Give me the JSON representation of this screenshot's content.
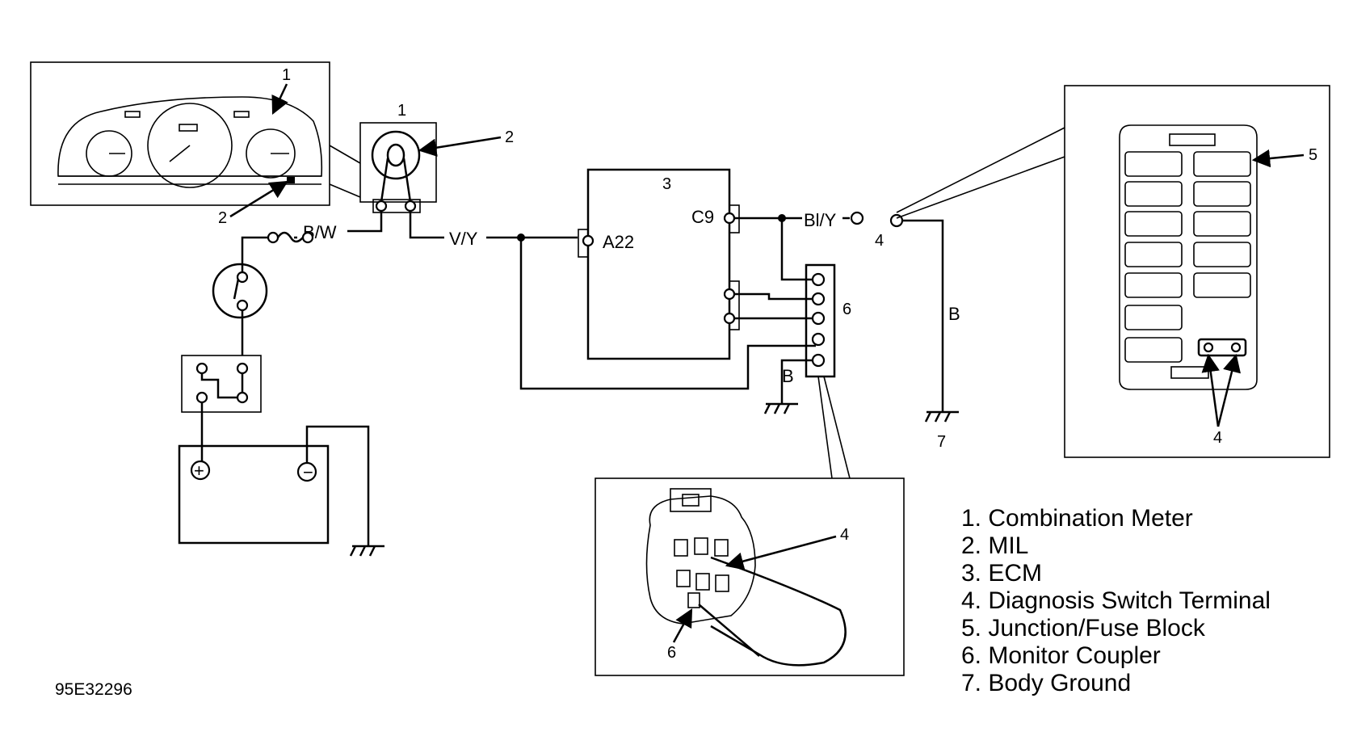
{
  "diagram": {
    "code": "95E32296",
    "wire_labels": {
      "bw": "B/W",
      "vy": "V/Y",
      "bly": "Bl/Y",
      "b_right": "B",
      "b_coupler": "B"
    },
    "terminal_labels": {
      "a22": "A22",
      "c9": "C9"
    },
    "callouts": {
      "meter_1": "1",
      "meter_2": "2",
      "mil_1": "1",
      "mil_2": "2",
      "ecm_3": "3",
      "switch_4": "4",
      "coupler_6": "6",
      "ground_7": "7",
      "fuse_5": "5",
      "fuse_4": "4",
      "coupler_detail_4": "4",
      "coupler_detail_6": "6"
    },
    "legend": [
      "1. Combination Meter",
      "2. MIL",
      "3. ECM",
      "4. Diagnosis Switch Terminal",
      "5. Junction/Fuse Block",
      "6. Monitor Coupler",
      "7. Body Ground"
    ]
  }
}
